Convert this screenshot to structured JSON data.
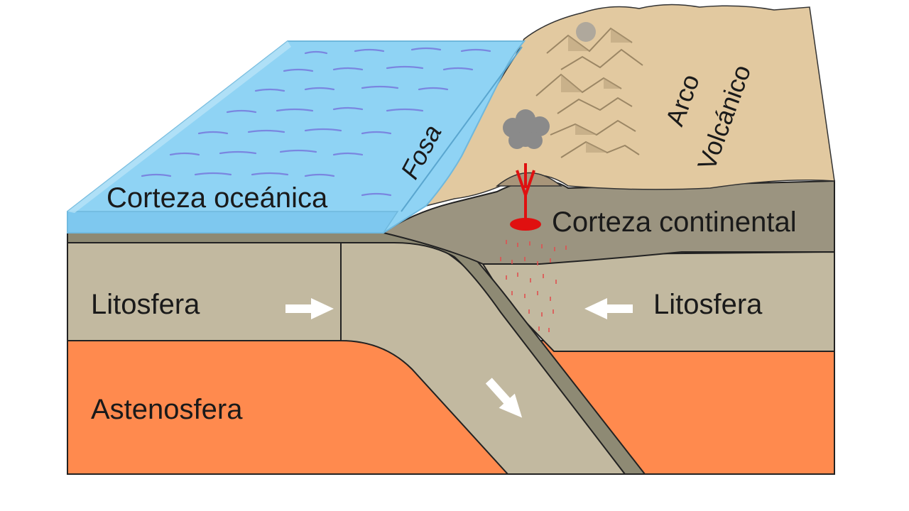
{
  "labels": {
    "oceanic_crust": "Corteza oceánica",
    "trench": "Fosa",
    "volcanic_arc_line1": "Arco",
    "volcanic_arc_line2": "Volcánico",
    "continental_crust": "Corteza continental",
    "lithosphere_left": "Litosfera",
    "lithosphere_right": "Litosfera",
    "asthenosphere": "Astenosfera"
  },
  "colors": {
    "ocean": "#8fd3f4",
    "ocean_edge": "#6fb8dd",
    "wave": "#7a86e0",
    "land": "#e2c9a0",
    "continental_crust": "#9b9480",
    "lithosphere": "#c2b9a0",
    "slab_outline": "#8e8a74",
    "asthenosphere": "#ff8a4e",
    "magma": "#e01010",
    "ash": "#8a8a8a",
    "arrow": "#ffffff"
  }
}
